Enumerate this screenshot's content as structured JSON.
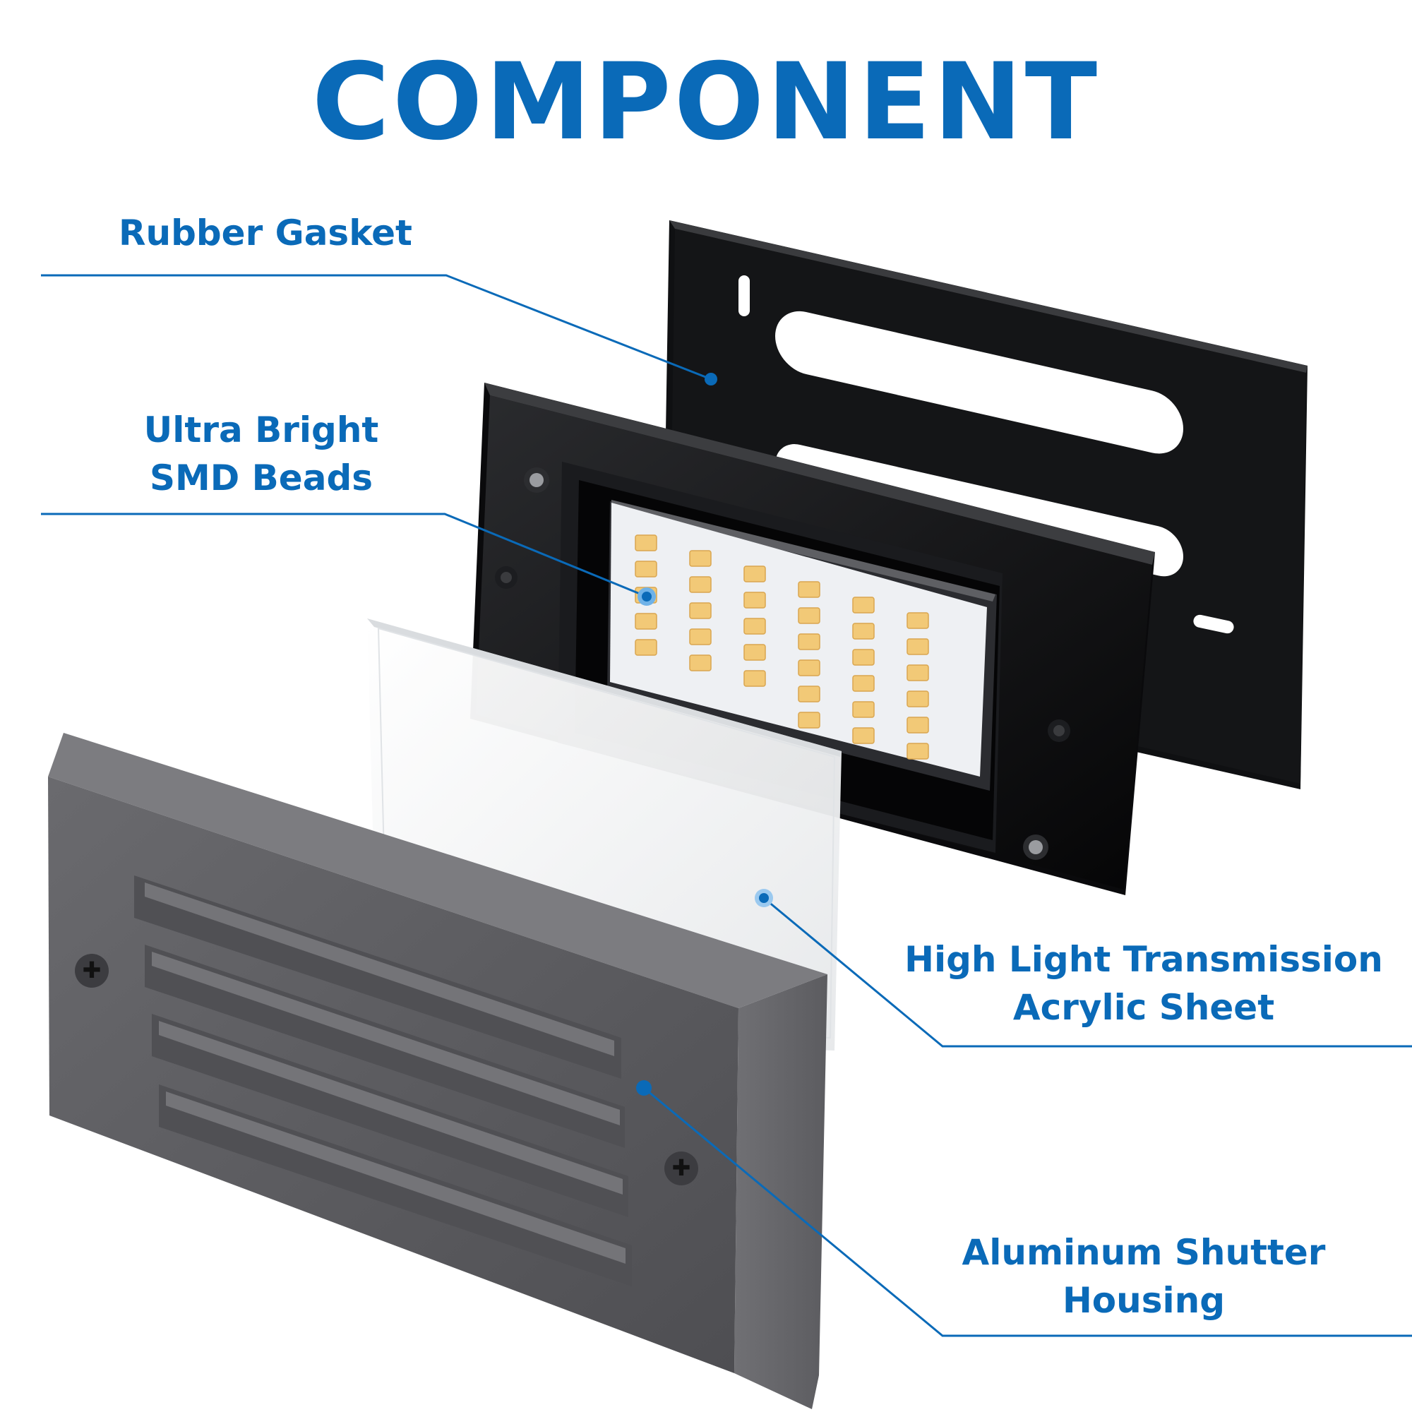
{
  "title": "COMPONENT",
  "colors": {
    "accent": "#0a6ab8",
    "gasket": "#111214",
    "base": "#0d0d0f",
    "housing": "#5a5a5e",
    "led": "#f2c977",
    "acrylic": "#f4f5f6"
  },
  "labels": {
    "rubber_gasket": {
      "line1": "Rubber Gasket"
    },
    "smd_beads": {
      "line1": "Ultra Bright",
      "line2": "SMD Beads"
    },
    "acrylic_sheet": {
      "line1": "High Light Transmission",
      "line2": "Acrylic Sheet"
    },
    "shutter_housing": {
      "line1": "Aluminum Shutter",
      "line2": "Housing"
    }
  }
}
